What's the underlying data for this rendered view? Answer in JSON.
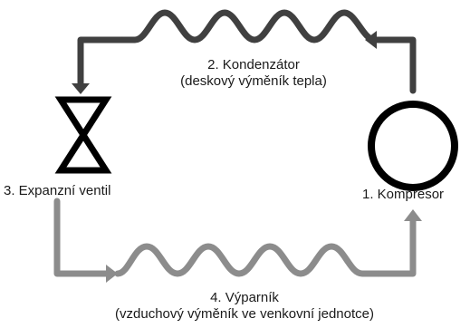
{
  "colors": {
    "top_pipe": "#404040",
    "bottom_pipe": "#8c8c8c",
    "component_outline": "#000000",
    "text": "#1a1a1a"
  },
  "labels": {
    "condenser": {
      "line1": "2. Kondenzátor",
      "line2": "(deskový výměník tepla)"
    },
    "evaporator": {
      "line1": "4. Výparník",
      "line2": "(vzduchový výměník ve venkovní jednotce)"
    },
    "expansion_valve": "3. Expanzní ventil",
    "compressor": "1. Kompresor"
  },
  "components": {
    "compressor_icon": "circle",
    "valve_icon": "bowtie-hourglass",
    "condenser_icon": "wavy-coil",
    "evaporator_icon": "wavy-coil"
  }
}
